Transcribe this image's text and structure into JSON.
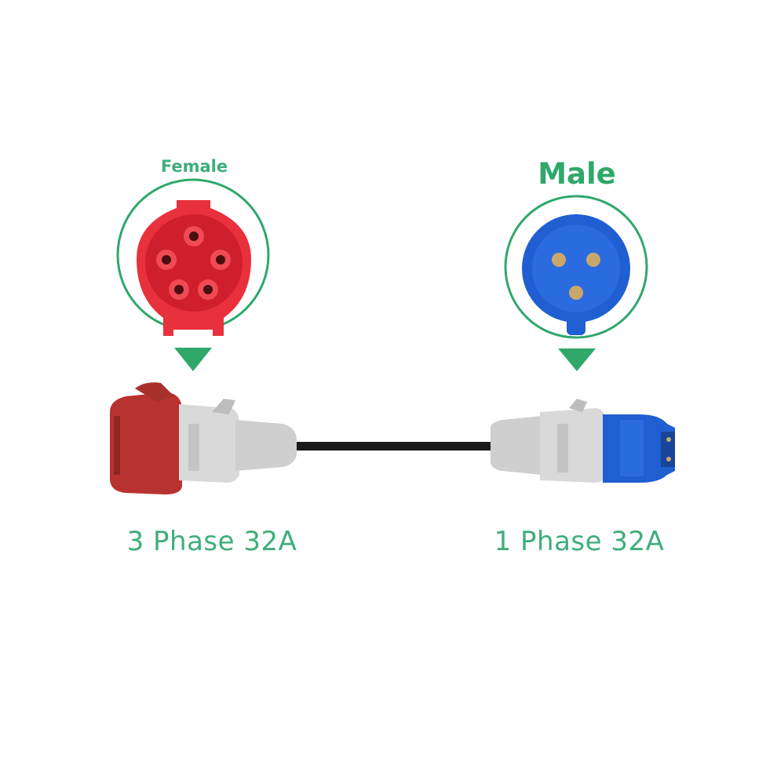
{
  "labels": {
    "female": "Female",
    "male": "Male",
    "left_phase": "3 Phase 32A",
    "right_phase": "1 Phase 32A"
  },
  "colors": {
    "accent_green": "#3fae7a",
    "ring_green": "#2fa86a",
    "socket_red": "#e8313c",
    "housing_red": "#b8322f",
    "plug_blue": "#1f5fd1",
    "body_gray": "#d9d9d9",
    "cable_black": "#1a1a1a"
  },
  "icons": {
    "female_arrow": "down-triangle-icon",
    "male_arrow": "down-triangle-icon"
  }
}
